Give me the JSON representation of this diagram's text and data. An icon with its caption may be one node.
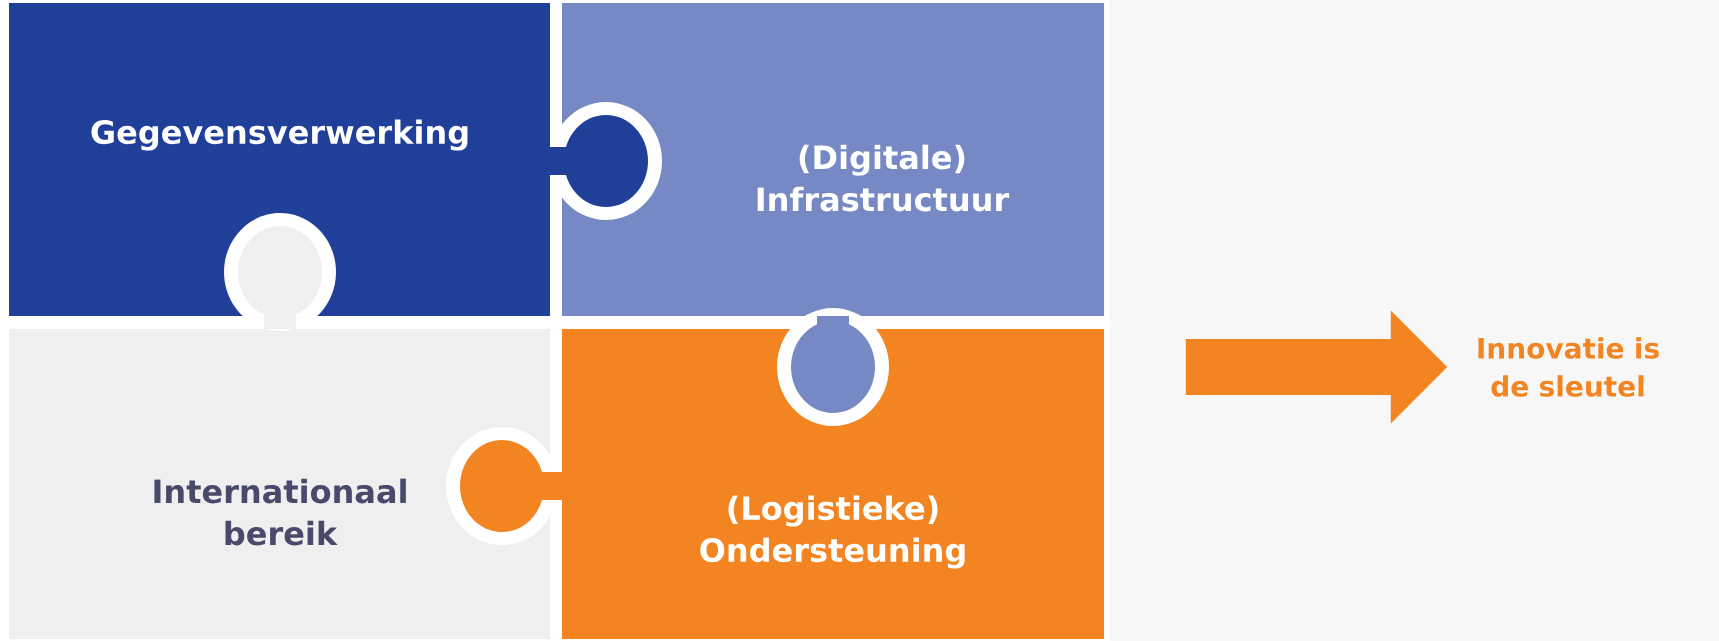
{
  "diagram": {
    "nodes": [
      {
        "text": [
          "Gegevensverwerking"
        ]
      },
      {
        "text": [
          "(Digitale) Infrastructuur"
        ]
      },
      {
        "text": [
          "Internationaal bereik"
        ]
      },
      {
        "text": [
          "(Logistieke) Ondersteuning"
        ]
      },
      {
        "text": [
          "Innovatie is de sleutel"
        ]
      }
    ],
    "edges": [
      {
        "from": null,
        "to": 4,
        "arrow": "to",
        "style": "thick"
      }
    ]
  }
}
